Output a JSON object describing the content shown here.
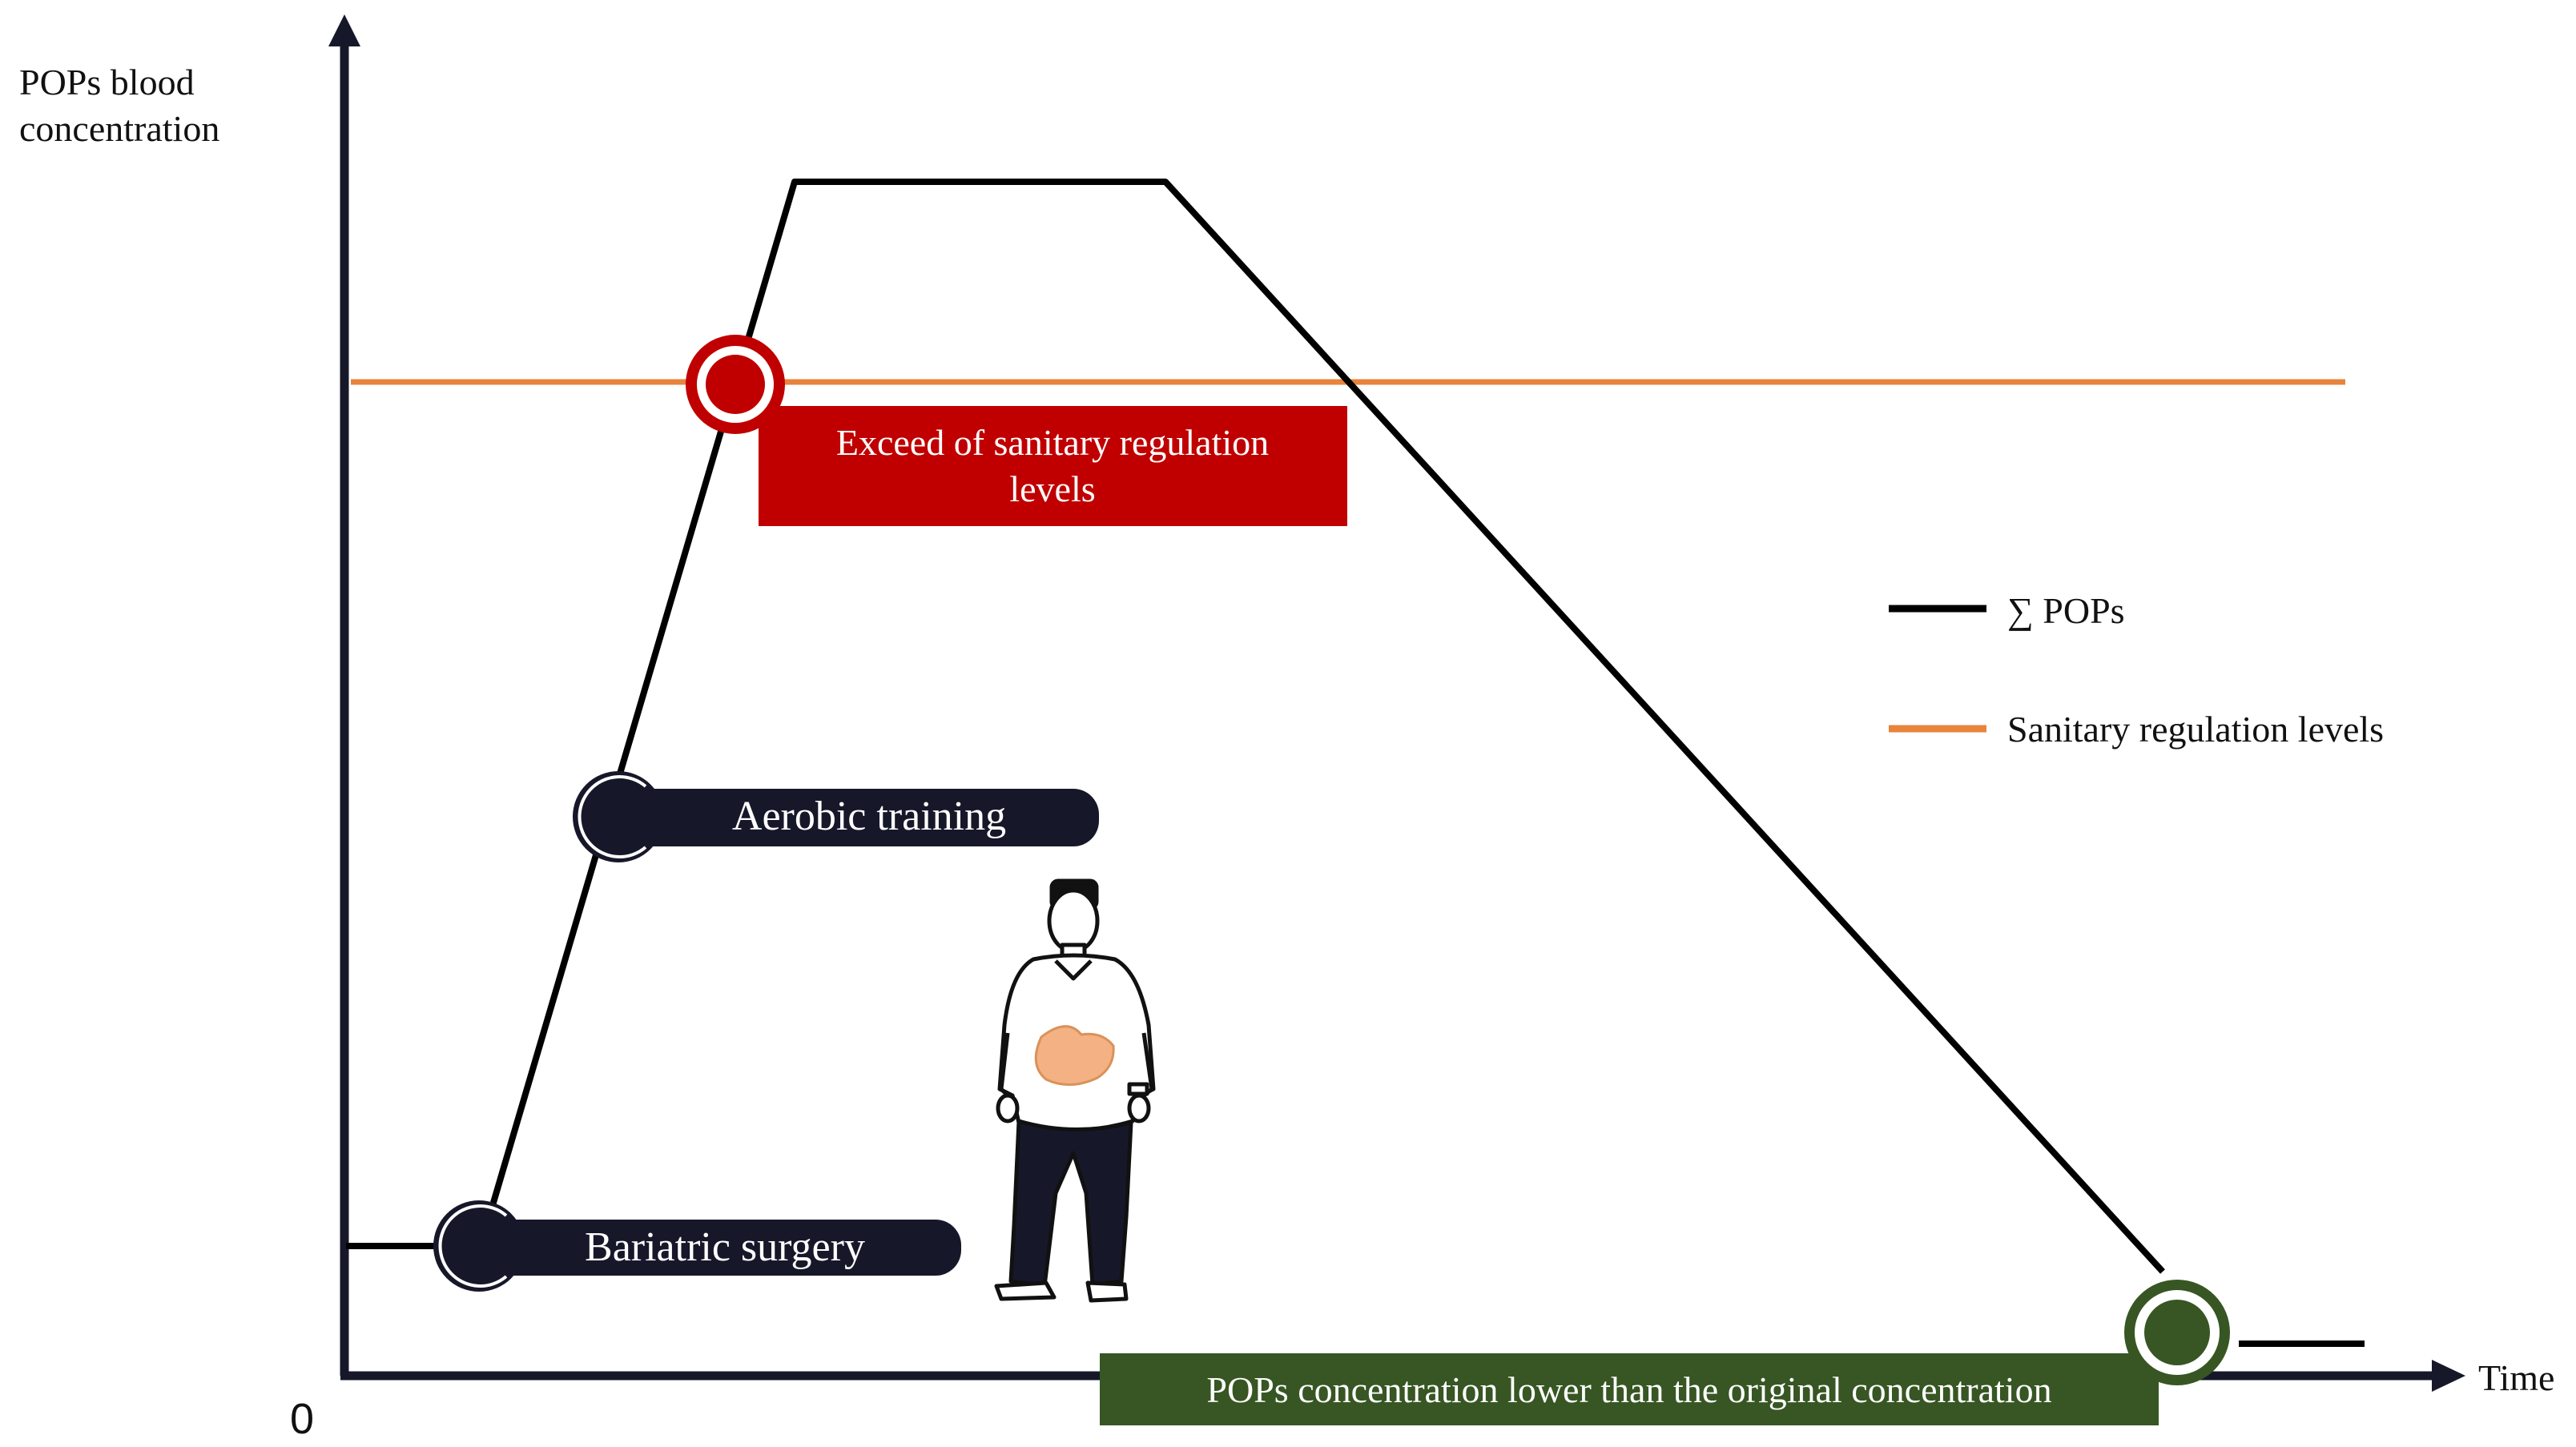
{
  "axes": {
    "y_label_line1": "POPs blood",
    "y_label_line2": "concentration",
    "x_label": "Time",
    "origin_label": "0"
  },
  "events": {
    "bariatric_surgery": "Bariatric surgery",
    "aerobic_training": "Aerobic training",
    "exceed_line1": "Exceed of sanitary regulation",
    "exceed_line2": "levels",
    "lower_concentration": "POPs concentration lower than the original concentration"
  },
  "legend": {
    "pops_label": "∑ POPs",
    "regulation_label": "Sanitary regulation levels"
  },
  "colors": {
    "axis": "#16182a",
    "pops_line": "#000000",
    "regulation_line": "#e8843c",
    "exceed_box": "#c00000",
    "event_pill": "#16182a",
    "lower_box": "#375623",
    "stomach": "#f4b183"
  },
  "icons": {
    "person": "person-with-stomach-illustration"
  }
}
